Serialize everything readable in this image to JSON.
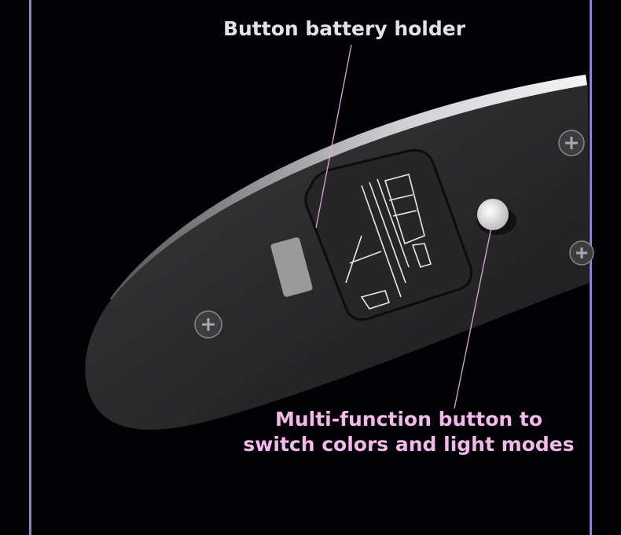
{
  "annotations": {
    "battery_holder": "Button battery holder",
    "button_line1": "Multi-function button to",
    "button_line2": "switch colors and light modes"
  },
  "colors": {
    "frame_line": "#8e7fd0",
    "battery_label": "#e6e0ea",
    "button_label": "#f3b8ec",
    "leader_line": "#d9a6dc"
  }
}
